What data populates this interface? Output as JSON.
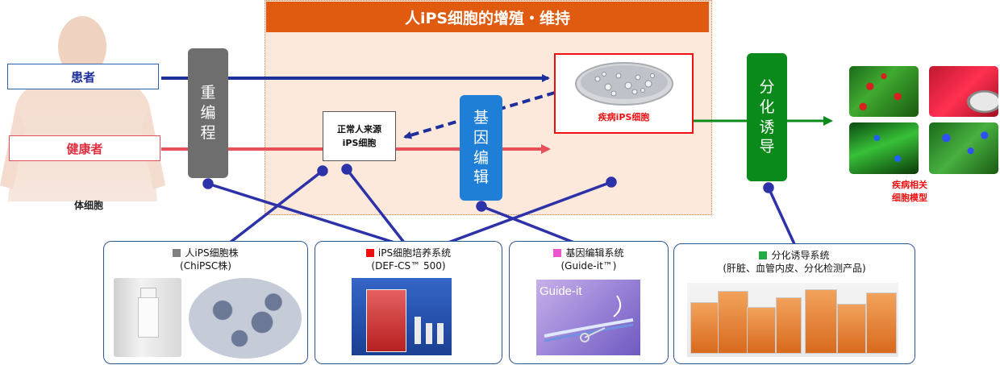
{
  "header": {
    "title": "人iPS细胞的增殖・维持"
  },
  "labels": {
    "patient": "患者",
    "healthy": "健康者",
    "somatic": "体细胞",
    "normal_ips_line1": "正常人来源",
    "normal_ips_line2": "iPS细胞",
    "disease_ips": "疾病iPS细胞",
    "disease_model_line1": "疾病相关",
    "disease_model_line2": "细胞模型"
  },
  "steps": {
    "reprogram": [
      "重",
      "编",
      "程"
    ],
    "gene_edit": [
      "基",
      "因",
      "编",
      "辑"
    ],
    "differentiation": [
      "分",
      "化",
      "诱",
      "导"
    ]
  },
  "products": [
    {
      "title_line1": "人iPS细胞株",
      "title_line2": "(ChiPSC株)"
    },
    {
      "title_line1": "iPS细胞培养系统",
      "title_line2": "(DEF-CS™ 500)"
    },
    {
      "title_line1": "基因编辑系统",
      "title_line2": "(Guide-it™)",
      "image_text": "Guide-it"
    },
    {
      "title_line1": "分化诱导系统",
      "title_line2": "(肝脏、血管内皮、分化检测产品)"
    }
  ],
  "colors": {
    "orange": "#e05a10",
    "navy": "#1c2f9a",
    "red_arrow": "#e8505a",
    "green": "#0a8a1a",
    "blue_box": "#1f7fd6",
    "gray_box": "#6e6e6e",
    "product_sq_gray": "#808080",
    "product_sq_red": "#ee1010",
    "product_sq_pink": "#ee55cc",
    "product_sq_green": "#22aa44"
  }
}
